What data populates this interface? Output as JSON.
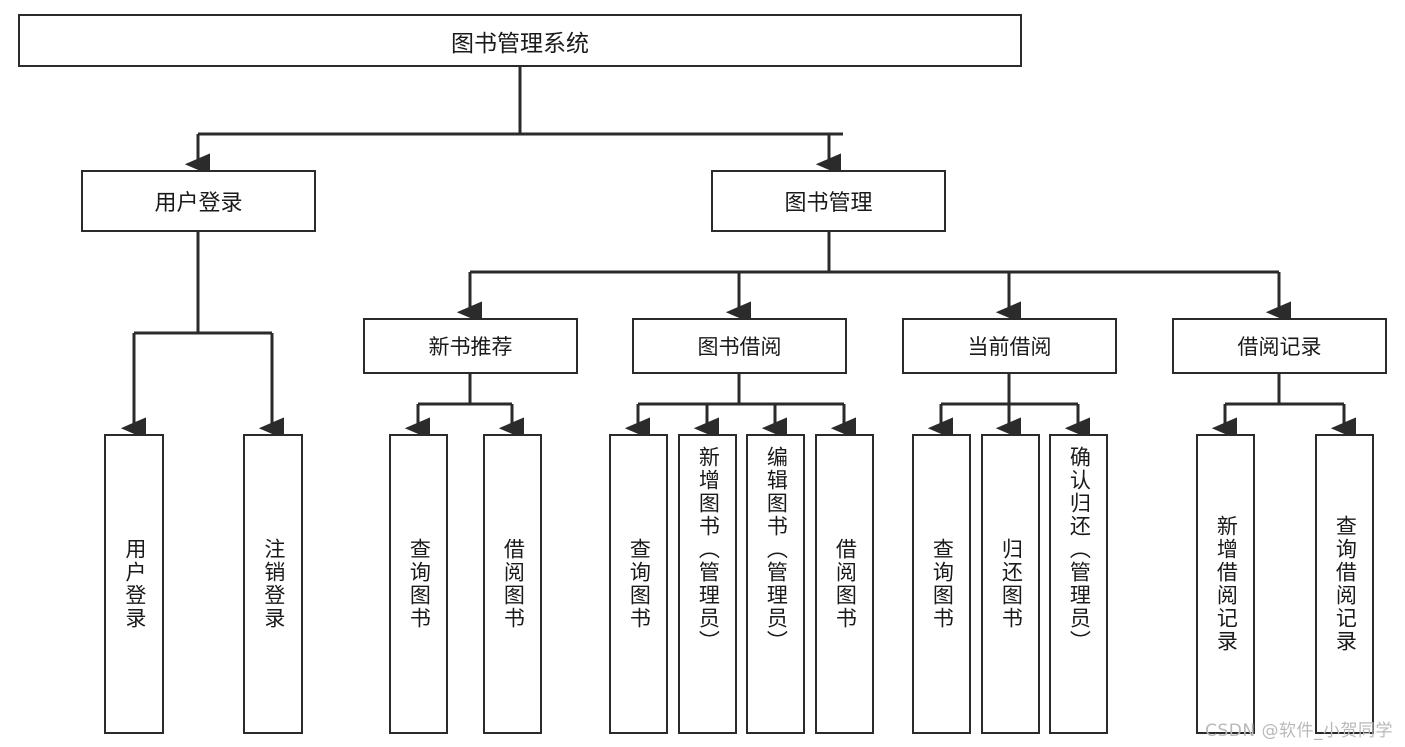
{
  "diagram": {
    "title": "图书管理系统",
    "type": "tree",
    "watermark": "CSDN @软件_小贺同学",
    "colors": {
      "border": "#2b2b2b",
      "fill": "#ffffff",
      "line": "#2b2b2b",
      "text": "#1a1a1a",
      "watermark": "#b9b9b9"
    },
    "root": {
      "label": "图书管理系统"
    },
    "level2": [
      {
        "label": "用户登录"
      },
      {
        "label": "图书管理"
      }
    ],
    "level3": [
      {
        "label": "新书推荐"
      },
      {
        "label": "图书借阅"
      },
      {
        "label": "当前借阅"
      },
      {
        "label": "借阅记录"
      }
    ],
    "leaves": {
      "user_login": [
        {
          "label": "用户登录"
        },
        {
          "label": "注销登录"
        }
      ],
      "new_book_recommend": [
        {
          "label": "查询图书"
        },
        {
          "label": "借阅图书"
        }
      ],
      "book_borrow": [
        {
          "label": "查询图书"
        },
        {
          "label": "新增图书（管理员）"
        },
        {
          "label": "编辑图书（管理员）"
        },
        {
          "label": "借阅图书"
        }
      ],
      "current_borrow": [
        {
          "label": "查询图书"
        },
        {
          "label": "归还图书"
        },
        {
          "label": "确认归还（管理员）"
        }
      ],
      "borrow_record": [
        {
          "label": "新增借阅记录"
        },
        {
          "label": "查询借阅记录"
        }
      ]
    }
  }
}
